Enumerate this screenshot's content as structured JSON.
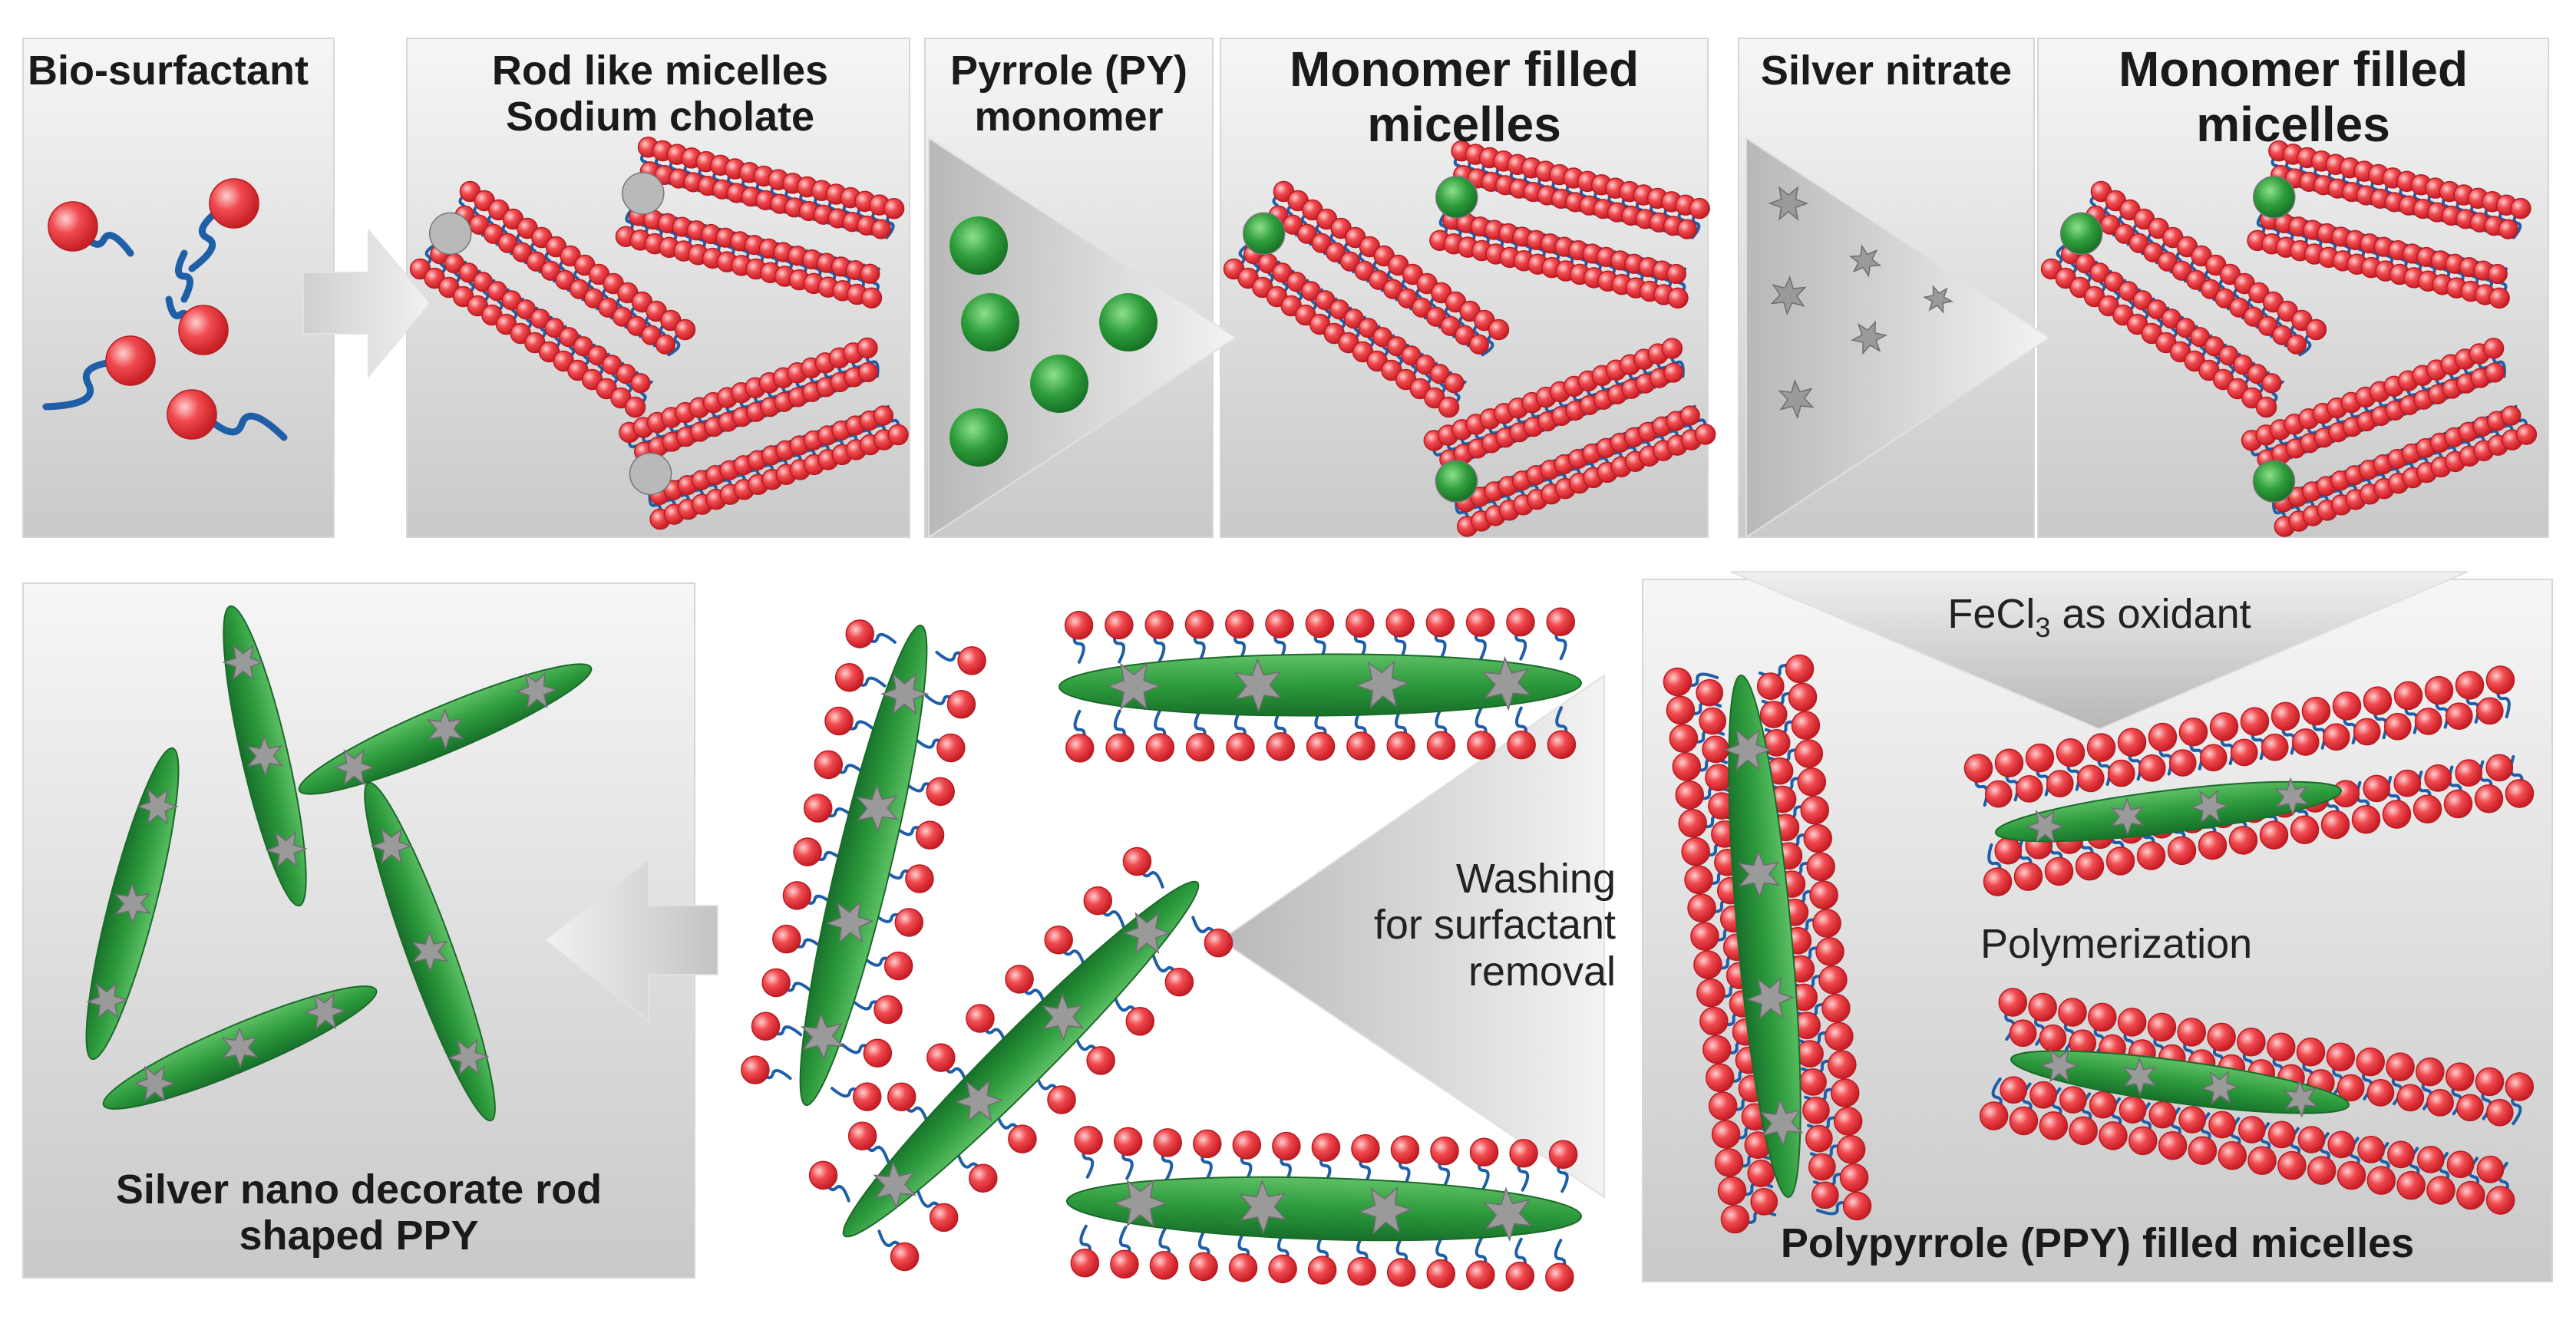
{
  "panels": {
    "bio_surfactant": {
      "title": "Bio-surfactant"
    },
    "rod_micelles": {
      "title_line1": "Rod like micelles",
      "title_line2": "Sodium cholate"
    },
    "pyrrole": {
      "title_line1": "Pyrrole (PY)",
      "title_line2": "monomer"
    },
    "monomer_filled_1": {
      "title_line1": "Monomer filled",
      "title_line2": "micelles"
    },
    "silver_nitrate": {
      "title": "Silver nitrate"
    },
    "monomer_filled_2": {
      "title_line1": "Monomer filled",
      "title_line2": "micelles"
    },
    "oxidant": {
      "prefix": "FeCl",
      "subscript": "3",
      "suffix": " as oxidant"
    },
    "ppy_filled": {
      "title": "Polypyrrole (PPY) filled micelles",
      "annotation": "Polymerization"
    },
    "washing": {
      "line1": "Washing",
      "line2": "for surfactant",
      "line3": "removal"
    },
    "final": {
      "line1": "Silver nano decorate rod",
      "line2": "shaped PPY"
    }
  },
  "colors": {
    "head": "#e8383d",
    "tail": "#1f5fa8",
    "monomer": "#2e9a3f",
    "rod": "#2f9a44",
    "silver": "#9a9a9a",
    "panel_light": "#f4f4f4",
    "panel_dark": "#cfcfcf"
  }
}
